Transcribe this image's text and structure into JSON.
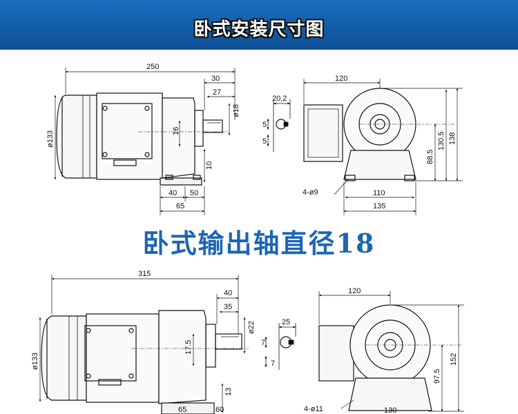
{
  "header": {
    "title": "卧式安装尺寸图"
  },
  "section2": {
    "title": "卧式输出轴直径18"
  },
  "drawing1": {
    "side": {
      "overall": "250",
      "shaft_len": "30",
      "key_len": "27",
      "shaft_dia": "ø18",
      "motor_dia": "ø133",
      "center_height": "16",
      "foot_h": "10",
      "foot_a": "40",
      "foot_b": "50",
      "foot_c": "65"
    },
    "key": {
      "width": "20.2",
      "k1": "5",
      "k2": "5"
    },
    "front": {
      "width": "120",
      "h1": "130.5",
      "h2": "138",
      "h3": "88.5",
      "holes": "4-ø9",
      "w2": "110",
      "w3": "135"
    }
  },
  "drawing2": {
    "side": {
      "overall": "315",
      "shaft_len": "40",
      "key_len": "35",
      "shaft_dia": "ø22",
      "motor_dia": "ø133",
      "center_height": "17.5",
      "foot_h": "13",
      "foot_a": "65",
      "foot_b": "60"
    },
    "key": {
      "width": "25",
      "k1": "7",
      "k2": "7"
    },
    "front": {
      "width": "120",
      "h1": "152",
      "h3": "97.5",
      "holes": "4-ø11",
      "w2": "130"
    }
  },
  "colors": {
    "banner": "#0f5aa6",
    "accent": "#1c66b3",
    "line": "#111111"
  }
}
